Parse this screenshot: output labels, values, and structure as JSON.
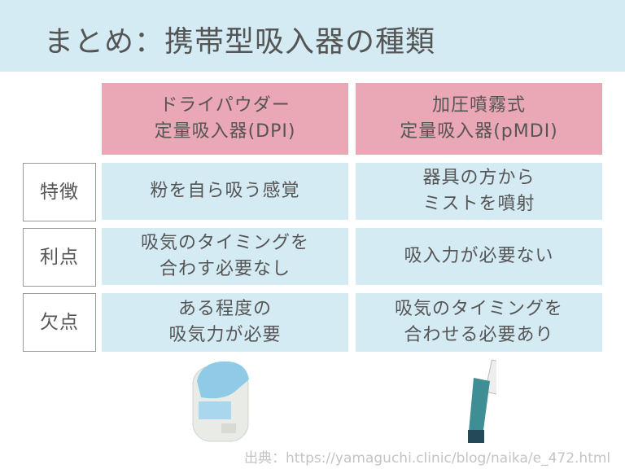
{
  "title": "まとめ：携帯型吸入器の種類",
  "columns": [
    "ドライパウダー\n定量吸入器(DPI)",
    "加圧噴霧式\n定量吸入器(pMDI)"
  ],
  "rows": [
    {
      "label": "特徴",
      "cells": [
        "粉を自ら吸う感覚",
        "器具の方から\nミストを噴射"
      ]
    },
    {
      "label": "利点",
      "cells": [
        "吸気のタイミングを\n合わす必要なし",
        "吸入力が必要ない"
      ]
    },
    {
      "label": "欠点",
      "cells": [
        "ある程度の\n吸気力が必要",
        "吸気のタイミングを\n合わせる必要あり"
      ]
    }
  ],
  "source": "出典：https://yamaguchi.clinic/blog/naika/e_472.html",
  "colors": {
    "header_bg": "#d5ebf4",
    "column_header": "#eaa7b5",
    "cell_bg": "#d5ebf4",
    "text": "#555555"
  }
}
